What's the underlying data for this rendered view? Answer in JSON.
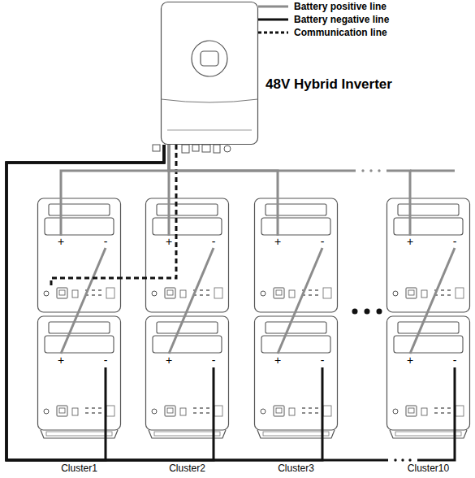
{
  "diagram": {
    "nodes": [
      {
        "text": [
          "48V Hybrid Inverter"
        ]
      },
      {
        "text": [
          "Cluster1"
        ]
      },
      {
        "text": [
          "Cluster2"
        ]
      },
      {
        "text": [
          "Cluster3"
        ]
      },
      {
        "text": [
          "Cluster10"
        ]
      }
    ],
    "edges": [
      {
        "from": 0,
        "to": 1,
        "arrow": "none"
      },
      {
        "from": 0,
        "to": 1,
        "arrow": "none"
      },
      {
        "from": 0,
        "to": 2,
        "arrow": "none"
      },
      {
        "from": 0,
        "to": 3,
        "arrow": "none"
      },
      {
        "from": 0,
        "to": 4,
        "arrow": "none"
      },
      {
        "from": 0,
        "to": 1,
        "arrow": "none"
      },
      {
        "from": 0,
        "to": 2,
        "arrow": "none"
      },
      {
        "from": 0,
        "to": 3,
        "arrow": "none"
      },
      {
        "from": 0,
        "to": 4,
        "arrow": "none"
      }
    ],
    "labels": [
      "+",
      "-",
      "+",
      "-",
      "+",
      "-",
      "+",
      "-",
      "+",
      "-",
      "+",
      "-",
      "+",
      "-",
      "+",
      "-"
    ],
    "legend": [
      {
        "text": "Battery positive line"
      },
      {
        "text": "Battery negative line"
      },
      {
        "text": "Communication line"
      }
    ]
  }
}
